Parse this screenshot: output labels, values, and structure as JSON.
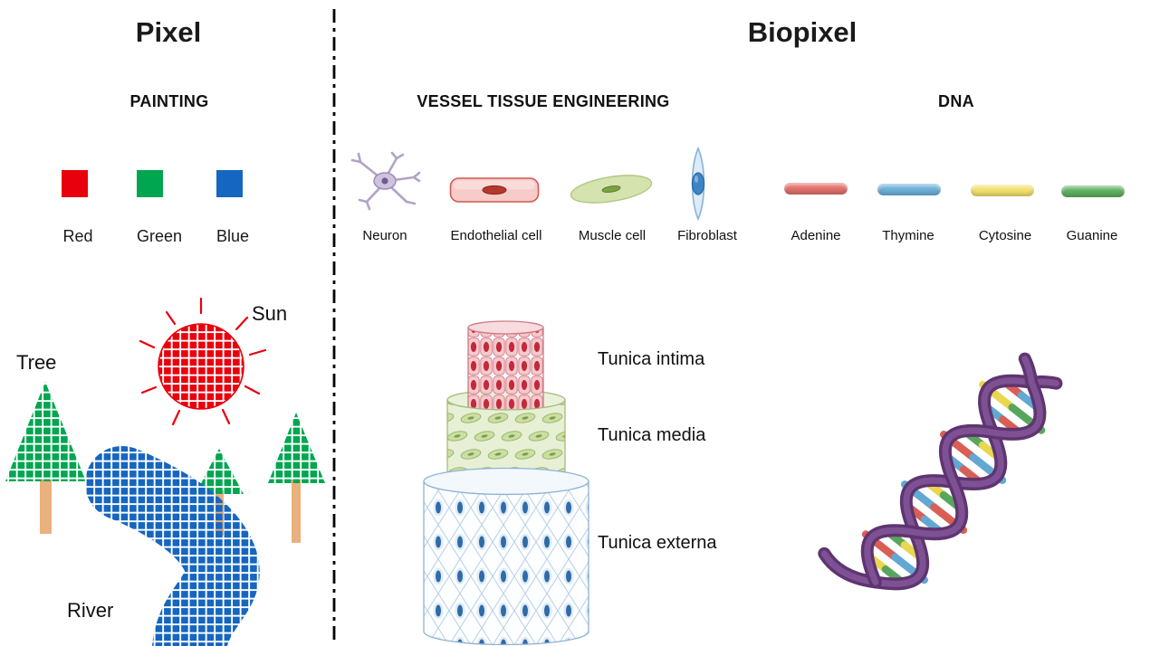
{
  "left": {
    "title": "Pixel",
    "section_label": "PAINTING",
    "palette": [
      {
        "label": "Red",
        "color": "#e8000d"
      },
      {
        "label": "Green",
        "color": "#00a650"
      },
      {
        "label": "Blue",
        "color": "#1566c0"
      }
    ],
    "scene_labels": {
      "sun": "Sun",
      "tree": "Tree",
      "river": "River"
    }
  },
  "right": {
    "title": "Biopixel",
    "vessel": {
      "section_label": "VESSEL TISSUE ENGINEERING",
      "cells": [
        {
          "label": "Neuron"
        },
        {
          "label": "Endothelial cell"
        },
        {
          "label": "Muscle cell"
        },
        {
          "label": "Fibroblast"
        }
      ],
      "layers": [
        {
          "label": "Tunica intima"
        },
        {
          "label": "Tunica media"
        },
        {
          "label": "Tunica externa"
        }
      ]
    },
    "dna": {
      "section_label": "DNA",
      "bases": [
        {
          "label": "Adenine",
          "color": "#e2726c"
        },
        {
          "label": "Thymine",
          "color": "#6fb1d9"
        },
        {
          "label": "Cytosine",
          "color": "#f2e06e"
        },
        {
          "label": "Guanine",
          "color": "#5fae62"
        }
      ]
    }
  }
}
